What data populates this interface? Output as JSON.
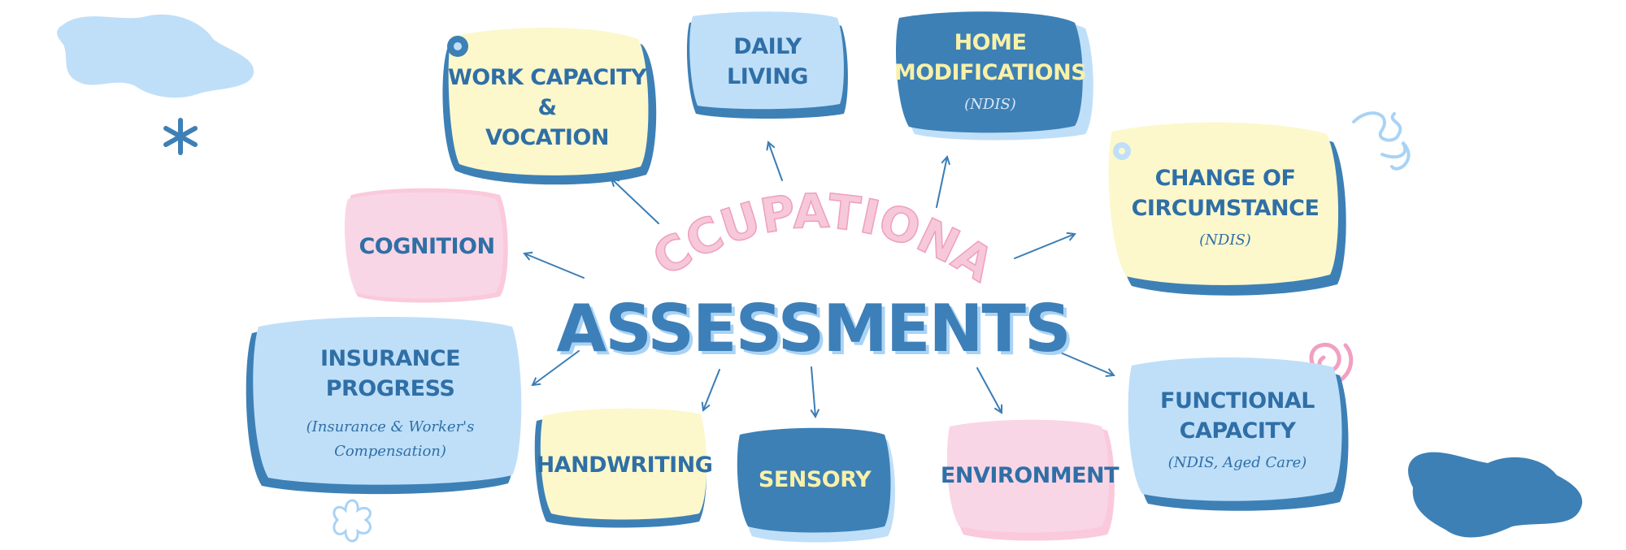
{
  "title_arc": "OCCUPATIONAL",
  "title_main": "ASSESSMENTS",
  "nodes": {
    "work": {
      "title": "WORK CAPACITY & VOCATION",
      "line1": "WORK CAPACITY &",
      "line2": "VOCATION"
    },
    "daily": {
      "title": "DAILY LIVING"
    },
    "home": {
      "line1": "HOME",
      "line2": "MODIFICATIONS",
      "sub": "(NDIS)"
    },
    "change": {
      "line1": "CHANGE OF",
      "line2": "CIRCUMSTANCE",
      "sub": "(NDIS)"
    },
    "cognition": {
      "title": "COGNITION"
    },
    "insurance": {
      "title": "INSURANCE PROGRESS",
      "sub1": "(Insurance & Worker's",
      "sub2": "Compensation)"
    },
    "handwriting": {
      "title": "HANDWRITING"
    },
    "sensory": {
      "title": "SENSORY"
    },
    "environment": {
      "title": "ENVIRONMENT"
    },
    "functional": {
      "line1": "FUNCTIONAL",
      "line2": "CAPACITY",
      "sub": "(NDIS, Aged Care)"
    }
  },
  "colors": {
    "yellow": "#fcf8cc",
    "blue_light": "#bfdff9",
    "blue_dark": "#3d80b6",
    "pink": "#fbc9dc",
    "outline": "#3a7db5",
    "text": "#2f6fa6",
    "pink_outline": "#f0a0c2"
  }
}
